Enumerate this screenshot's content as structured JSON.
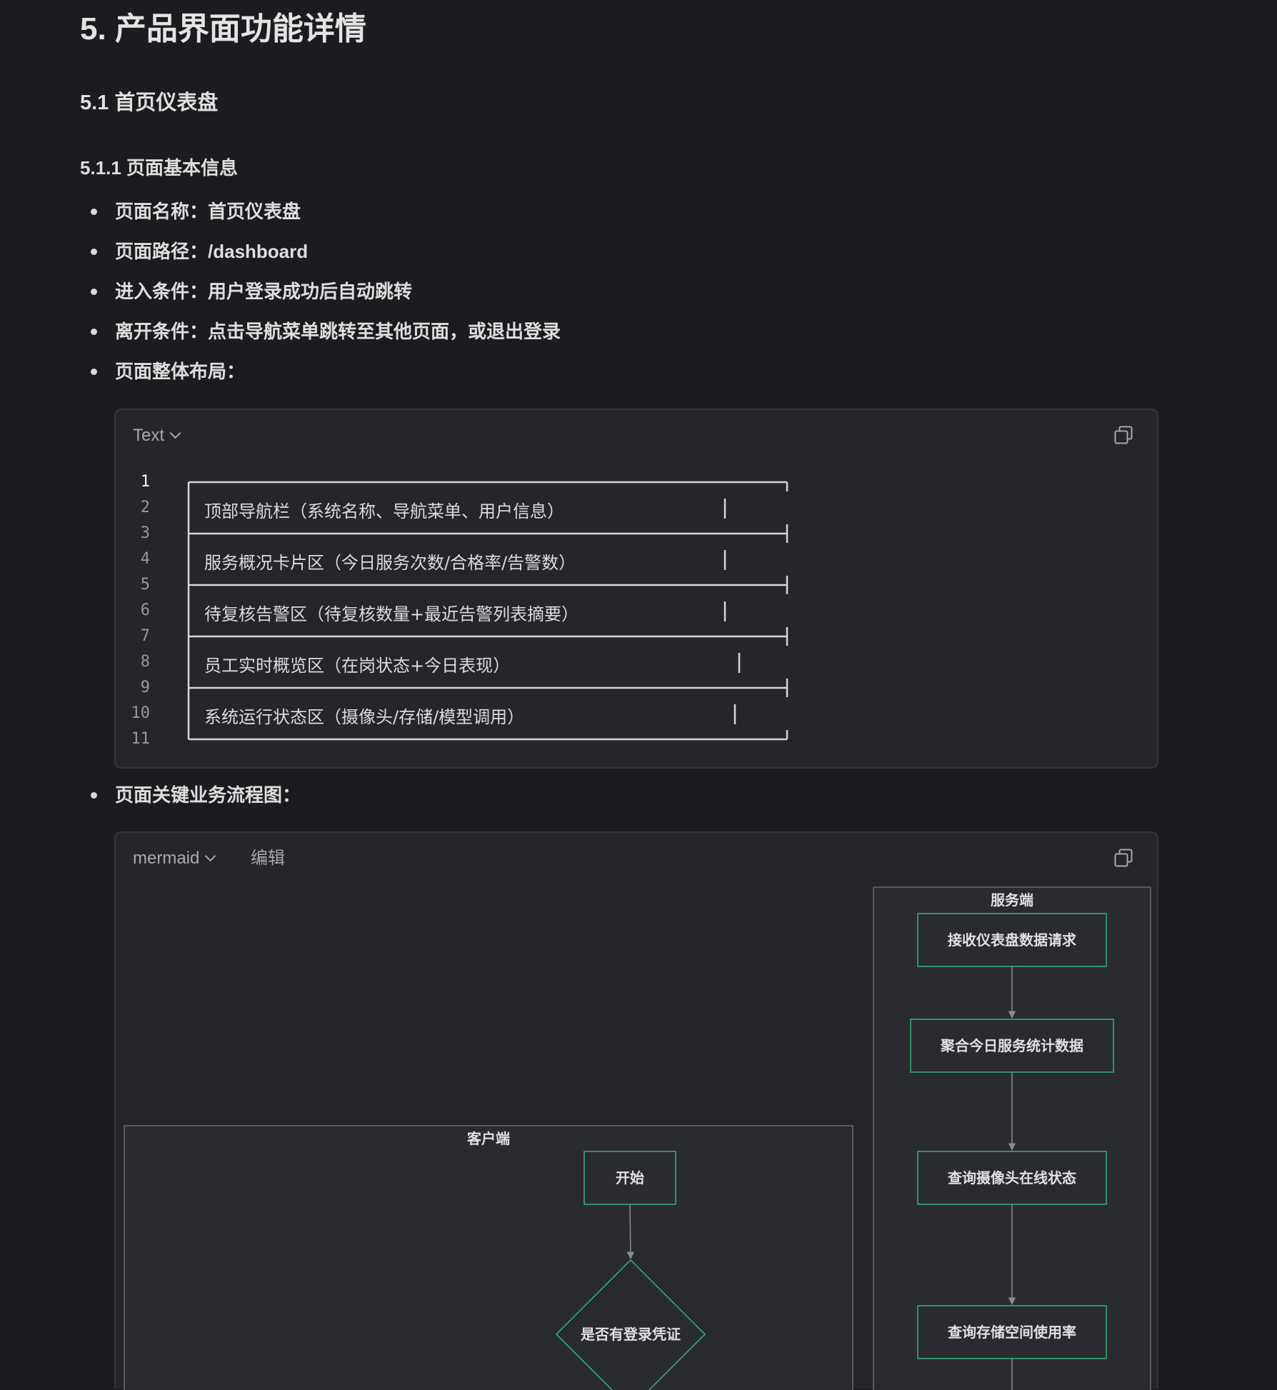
{
  "doc": {
    "h1": "5. 产品界面功能详情",
    "h2": "5.1 首页仪表盘",
    "h3": "5.1.1 页面基本信息",
    "bullets": [
      "页面名称：首页仪表盘",
      "页面路径：/dashboard",
      "进入条件：用户登录成功后自动跳转",
      "离开条件：点击导航菜单跳转至其他页面，或退出登录",
      "页面整体布局："
    ],
    "flow_bullet": "页面关键业务流程图："
  },
  "text_block": {
    "lang_label": "Text",
    "copy_icon": "copy-icon",
    "line_numbers": [
      "1",
      "2",
      "3",
      "4",
      "5",
      "6",
      "7",
      "8",
      "9",
      "10",
      "11"
    ],
    "rows": [
      "顶部导航栏（系统名称、导航菜单、用户信息）",
      "服务概况卡片区（今日服务次数/合格率/告警数）",
      "待复核告警区（待复核数量+最近告警列表摘要）",
      "员工实时概览区（在岗状态+今日表现）",
      "系统运行状态区（摄像头/存储/模型调用）"
    ]
  },
  "mermaid_block": {
    "lang_label": "mermaid",
    "edit_label": "编辑",
    "copy_icon": "copy-icon",
    "server_title": "服务端",
    "server_nodes": [
      "接收仪表盘数据请求",
      "聚合今日服务统计数据",
      "查询摄像头在线状态",
      "查询存储空间使用率"
    ],
    "client_title": "客户端",
    "client_start": "开始",
    "client_decision": "是否有登录凭证",
    "colors": {
      "node_border": "#2fb47c",
      "cluster_border": "#6b6c72",
      "edge": "#8a8b90"
    }
  }
}
